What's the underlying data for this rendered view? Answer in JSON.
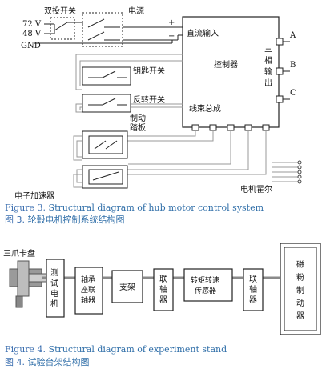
{
  "figure3": {
    "labels": {
      "double_throw_switch": "双投开关",
      "power": "电源",
      "v72": "72 V",
      "v48": "48 V",
      "gnd": "GND",
      "plus": "+",
      "minus": "−",
      "dc_input": "直流输入",
      "controller": "控制器",
      "three_phase_1": "三",
      "three_phase_2": "相",
      "three_phase_3": "输",
      "three_phase_4": "出",
      "phase_a": "A",
      "phase_b": "B",
      "phase_c": "C",
      "key_switch": "钥匙开关",
      "reverse_switch": "反转开关",
      "wiring_harness": "线束总成",
      "brake_pedal_1": "制动",
      "brake_pedal_2": "踏板",
      "accelerator": "电子加速器",
      "hall_sensor": "电机霍尔"
    },
    "caption_en_prefix": "Figure 3.",
    "caption_en_text": " Structural diagram of hub motor control system",
    "caption_zh_prefix": "图 3.",
    "caption_zh_text": " 轮毂电机控制系统结构图"
  },
  "figure4": {
    "labels": {
      "chuck": "三爪卡盘",
      "motor_1": "测",
      "motor_2": "试",
      "motor_3": "电",
      "motor_4": "机",
      "bearing_coupling_1": "轴承",
      "bearing_coupling_2": "座联",
      "bearing_coupling_3": "轴器",
      "bracket": "支架",
      "coupling1_1": "联",
      "coupling1_2": "轴",
      "coupling1_3": "器",
      "torque_sensor_1": "转矩转速",
      "torque_sensor_2": "传感器",
      "coupling2_1": "联",
      "coupling2_2": "轴",
      "coupling2_3": "器",
      "brake_1": "磁",
      "brake_2": "粉",
      "brake_3": "制",
      "brake_4": "动",
      "brake_5": "器"
    },
    "caption_en_prefix": "Figure 4.",
    "caption_en_text": " Structural diagram of experiment stand",
    "caption_zh_prefix": "图 4.",
    "caption_zh_text": " 试验台架结构图"
  },
  "colors": {
    "line": "#222222",
    "caption": "#2f6ea8",
    "wire_gray": "#999999",
    "shaft_gray": "#8a8a8a"
  }
}
